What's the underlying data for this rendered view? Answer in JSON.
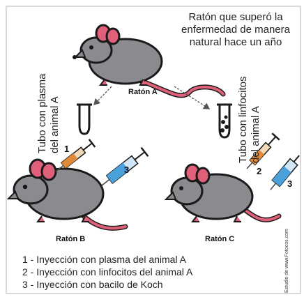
{
  "mouse_a": {
    "label": "Ratón A",
    "description": [
      "Ratón que superó la",
      "enfermedad de manera",
      "natural hace un año"
    ]
  },
  "tube_plasma": {
    "label_lines": [
      "Tubo con plasma",
      "del animal A"
    ]
  },
  "tube_lymphocytes": {
    "label_lines": [
      "Tubo con linfocitos",
      "del animal A"
    ]
  },
  "mouse_b": {
    "label": "Ratón B"
  },
  "mouse_c": {
    "label": "Ratón C"
  },
  "injection_numbers": {
    "b_first": "1",
    "b_second": "3",
    "c_first": "2",
    "c_second": "3"
  },
  "legend": [
    "1 - Inyección con plasma del animal A",
    "2 - Inyección con linfocitos del animal A",
    "3 - Inyección con bacilo de Koch"
  ],
  "credit": "Estudio de www.Fotocos.com",
  "colors": {
    "mouse_body": "#8a8a8f",
    "mouse_outline": "#1a1a1a",
    "ear_tail": "#e0607a",
    "syringe_orange": "#e08a3a",
    "syringe_blue": "#4aa0d8"
  }
}
